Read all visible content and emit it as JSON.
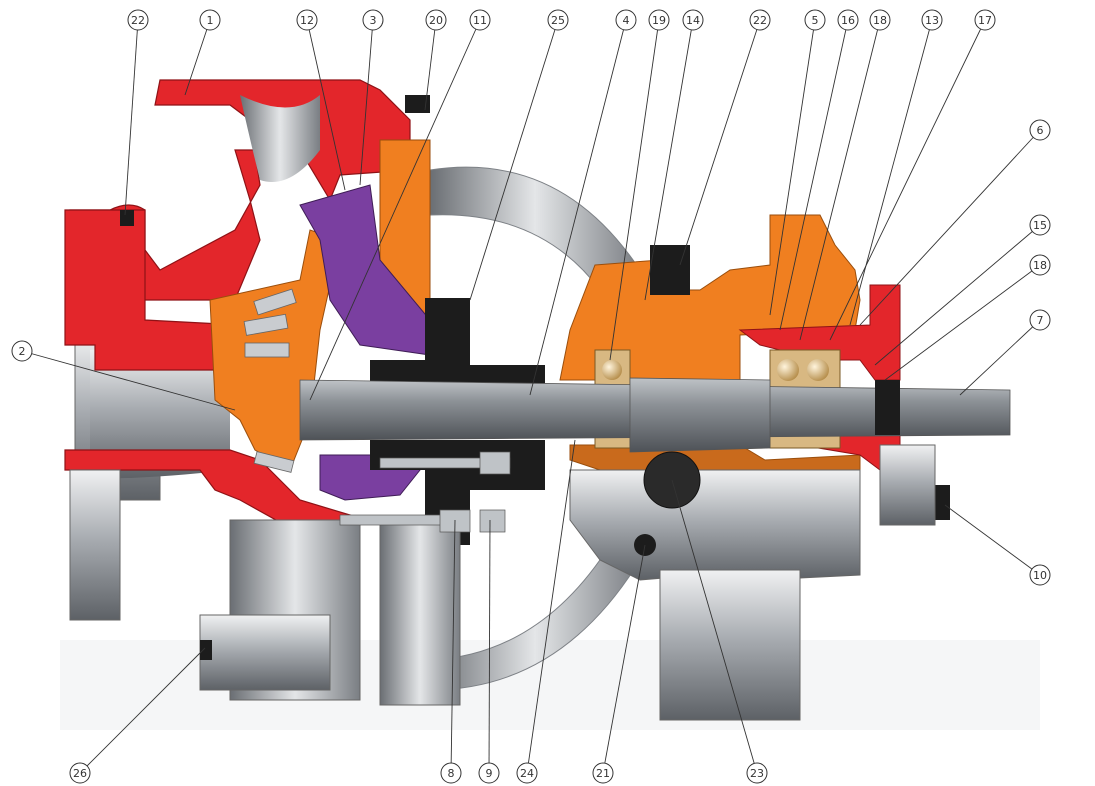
{
  "colors": {
    "casing_red": "#e3262b",
    "dark_red": "#a8161b",
    "orange": "#f07f20",
    "purple": "#7a3fa0",
    "black": "#1c1c1c",
    "steel": "#9ea3a8",
    "steel_light": "#d4d6d8",
    "steel_dark": "#6e7378",
    "bearing_bronze": "#d8b882"
  },
  "callouts": [
    {
      "label": "22"
    },
    {
      "label": "1"
    },
    {
      "label": "12"
    },
    {
      "label": "3"
    },
    {
      "label": "20"
    },
    {
      "label": "11"
    },
    {
      "label": "25"
    },
    {
      "label": "4"
    },
    {
      "label": "19"
    },
    {
      "label": "14"
    },
    {
      "label": "22"
    },
    {
      "label": "5"
    },
    {
      "label": "16"
    },
    {
      "label": "18"
    },
    {
      "label": "13"
    },
    {
      "label": "17"
    },
    {
      "label": "6"
    },
    {
      "label": "15"
    },
    {
      "label": "18"
    },
    {
      "label": "7"
    },
    {
      "label": "10"
    },
    {
      "label": "2"
    },
    {
      "label": "26"
    },
    {
      "label": "8"
    },
    {
      "label": "9"
    },
    {
      "label": "24"
    },
    {
      "label": "21"
    },
    {
      "label": "23"
    }
  ]
}
